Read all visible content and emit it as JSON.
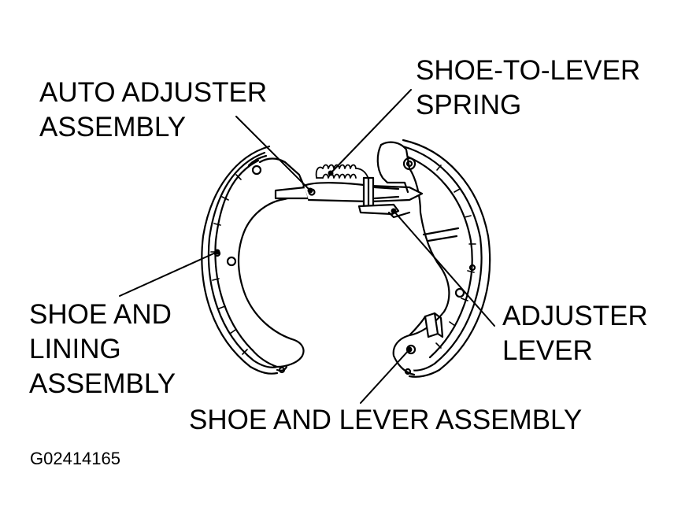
{
  "labels": {
    "shoe_to_lever_spring": [
      "SHOE-TO-LEVER",
      "SPRING"
    ],
    "auto_adjuster_assembly": [
      "AUTO ADJUSTER",
      "ASSEMBLY"
    ],
    "shoe_and_lining_assembly": [
      "SHOE AND",
      "LINING",
      "ASSEMBLY"
    ],
    "adjuster_lever": [
      "ADJUSTER",
      "LEVER"
    ],
    "shoe_and_lever_assembly": "SHOE AND LEVER ASSEMBLY"
  },
  "figure_code": "G02414165",
  "colors": {
    "line": "#000000",
    "background": "#ffffff",
    "part_fill": "#ffffff",
    "lining_fill": "#e8e8e8"
  }
}
